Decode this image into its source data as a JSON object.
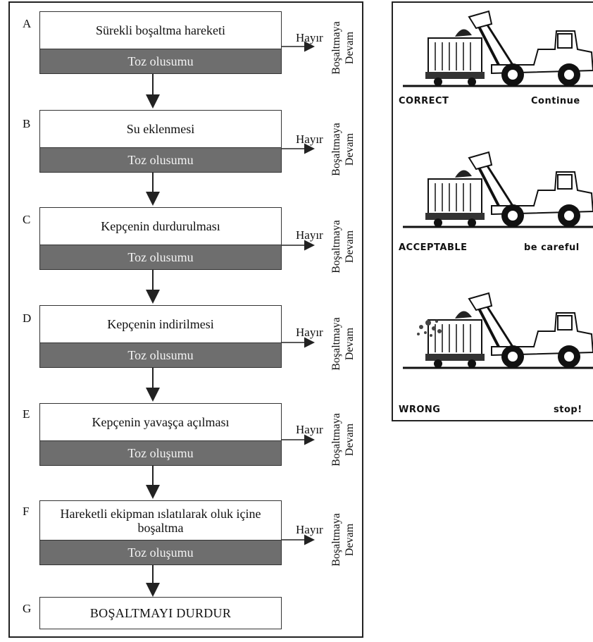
{
  "flowchart": {
    "steps": [
      {
        "letter": "A",
        "title": "Sürekli boşaltma hareketi",
        "dust": "Toz olusumu",
        "no": "Hayır",
        "side": "Boşaltmaya Devam"
      },
      {
        "letter": "B",
        "title": "Su eklenmesi",
        "dust": "Toz olusumu",
        "no": "Hayır",
        "side": "Boşaltmaya Devam"
      },
      {
        "letter": "C",
        "title": "Kepçenin durdurulması",
        "dust": "Toz olusumu",
        "no": "Hayır",
        "side": "Boşaltmaya Devam"
      },
      {
        "letter": "D",
        "title": "Kepçenin indirilmesi",
        "dust": "Toz olusumu",
        "no": "Hayır",
        "side": "Boşaltmaya Devam"
      },
      {
        "letter": "E",
        "title": "Kepçenin yavaşça açılması",
        "dust": "Toz oluşumu",
        "no": "Hayır",
        "side": "Boşaltmaya Devam"
      },
      {
        "letter": "F",
        "title": "Hareketli ekipman ıslatılarak oluk içine boşaltma",
        "dust": "Toz oluşumu",
        "no": "Hayır",
        "side": "Boşaltmaya Devam"
      }
    ],
    "final": {
      "letter": "G",
      "title": "BOŞALTMAYI DURDUR"
    }
  },
  "illustrations": [
    {
      "status": "CORRECT",
      "action": "Continue"
    },
    {
      "status": "ACCEPTABLE",
      "action": "be careful"
    },
    {
      "status": "WRONG",
      "action": "stop!"
    }
  ]
}
